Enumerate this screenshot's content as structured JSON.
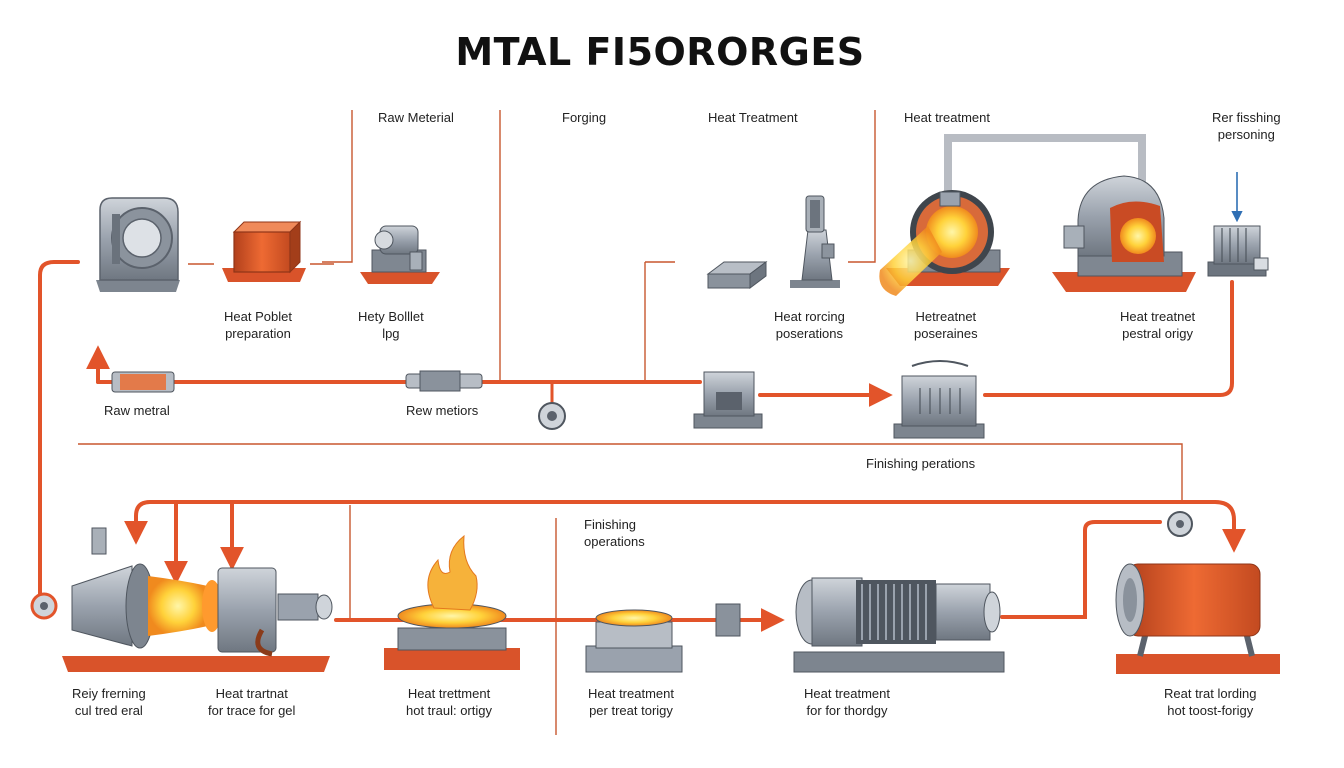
{
  "title": "MTAL FI5ORORGES",
  "colors": {
    "flow": "#e2542a",
    "guide": "#c8572f",
    "pipe": "#b8bcc3",
    "steel": "#9aa2ad",
    "dark": "#5b626c",
    "base": "#d9532a",
    "glow": "#ffd23a",
    "arrow_blue": "#2f6fb4"
  },
  "stage_headers": {
    "raw_material": "Raw Meterial",
    "forging": "Forging",
    "heat_treatment_1": "Heat Treatment",
    "heat_treatment_2": "Heat treatment",
    "finishing": [
      "Rer fisshing",
      "personing"
    ]
  },
  "top_row": [
    {
      "icon": "housing-machine-icon",
      "label": []
    },
    {
      "icon": "billet-block-icon",
      "label": [
        "Heat Poblet",
        "preparation"
      ]
    },
    {
      "icon": "billet-press-icon",
      "label": [
        "Hety Bolllet",
        "lpg"
      ]
    },
    {
      "icon": "metal-bar-icon",
      "label": []
    },
    {
      "icon": "forging-hammer-icon",
      "label": [
        "Heat rorcing",
        "poserations"
      ]
    },
    {
      "icon": "heat-furnace-icon",
      "label": [
        "Hetreatnet",
        "poseraines"
      ]
    },
    {
      "icon": "heat-treater-icon",
      "label": [
        "Heat treatnet",
        "pestral origy"
      ]
    },
    {
      "icon": "finishing-unit-icon",
      "label": []
    }
  ],
  "middle_row": {
    "raw_metral": "Raw metral",
    "rew_metiors": "Rew metiors",
    "finishing_perations": "Finishing perations"
  },
  "bottom_row": {
    "finishing_operations": [
      "Finishing",
      "operations"
    ],
    "labels": [
      [
        "Reiy frerning",
        "cul tred eral"
      ],
      [
        "Heat trartnat",
        "for trace for gel"
      ],
      [
        "Heat trettment",
        "hot traul: ortigy"
      ],
      [
        "Heat treatment",
        "per treat torigy"
      ],
      [
        "Heat treatment",
        "for for thordgy"
      ],
      [
        "Reat trat lording",
        "hot toost-forigy"
      ]
    ]
  }
}
